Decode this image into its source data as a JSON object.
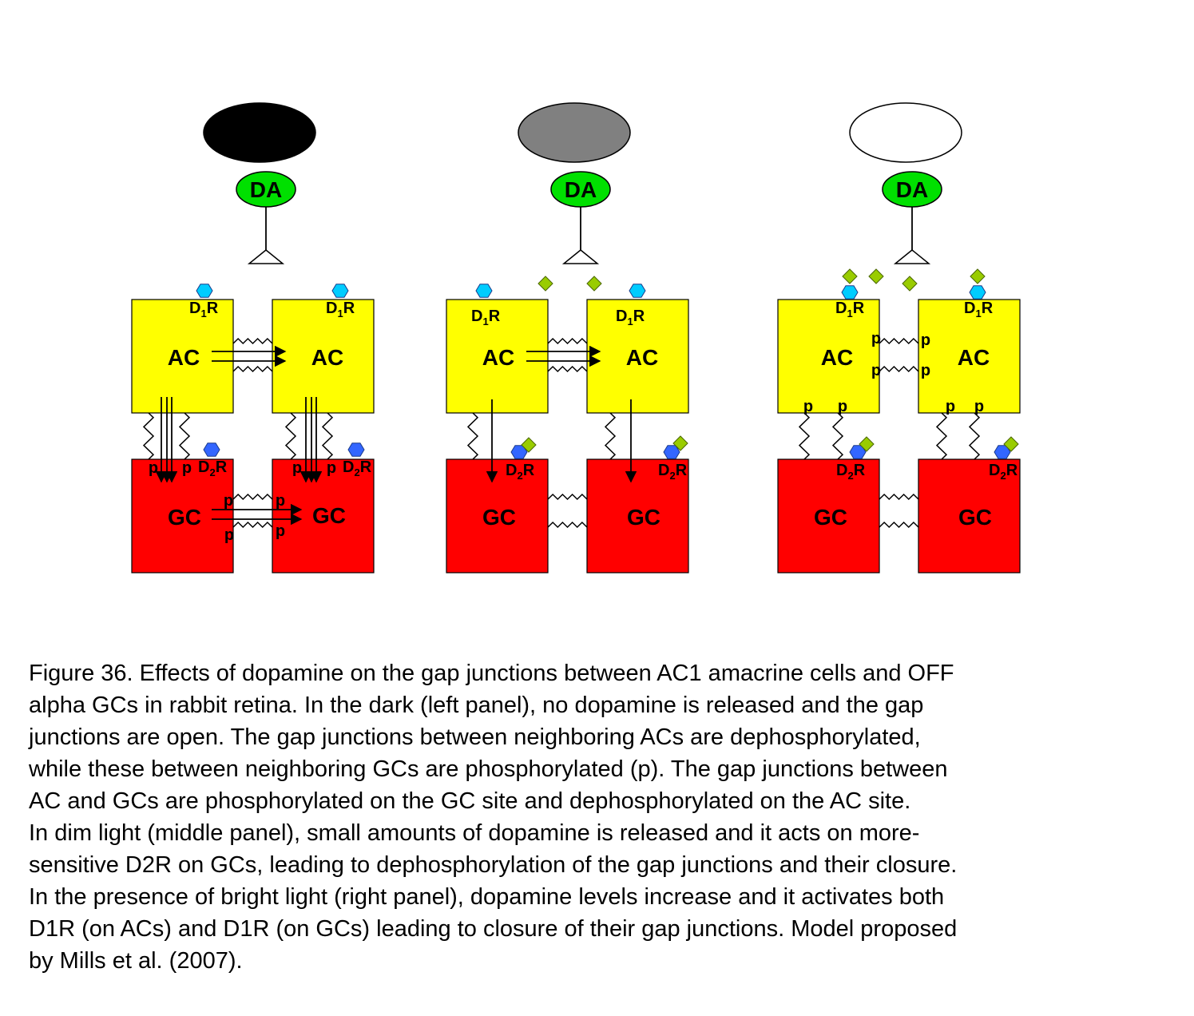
{
  "colors": {
    "ac_cell": "#FFFF00",
    "gc_cell": "#FF0000",
    "dopamine_cell": "#00E000",
    "d1_receptor": "#00CCFF",
    "d2_receptor": "#3366FF",
    "dopamine_molecule": "#99CC00",
    "dark_ellipse": "#000000",
    "dim_ellipse": "#808080",
    "bright_ellipse": "#FFFFFF"
  },
  "labels": {
    "dopamine": "DA",
    "amacrine": "AC",
    "ganglion": "GC",
    "receptor_letter": "D",
    "d1_sub": "1",
    "d2_sub": "2",
    "receptor_suffix": "R",
    "phospho": "p"
  },
  "panels": [
    {
      "condition": "dark",
      "light_color": "#000000"
    },
    {
      "condition": "dim",
      "light_color": "#808080"
    },
    {
      "condition": "bright",
      "light_color": "#FFFFFF"
    }
  ],
  "caption": {
    "lines": [
      "Figure 36. Effects of dopamine on the gap junctions between AC1 amacrine cells and OFF",
      "alpha GCs in rabbit retina. In the dark (left panel), no dopamine is released and the gap",
      "junctions are open. The gap junctions between neighboring ACs are dephosphorylated,",
      "while these between neighboring GCs are phosphorylated (p). The gap junctions between",
      "AC and GCs are phosphorylated on the GC site and dephosphorylated on the AC site.",
      "In dim light (middle panel), small amounts of dopamine is released and it acts on more-",
      "sensitive D2R on GCs, leading to dephosphorylation of the gap junctions and their closure.",
      "In the presence of bright light (right panel), dopamine levels increase and it activates both",
      "D1R (on ACs) and D1R (on GCs) leading to closure of their gap junctions. Model proposed",
      "by Mills et al. (2007)."
    ]
  }
}
